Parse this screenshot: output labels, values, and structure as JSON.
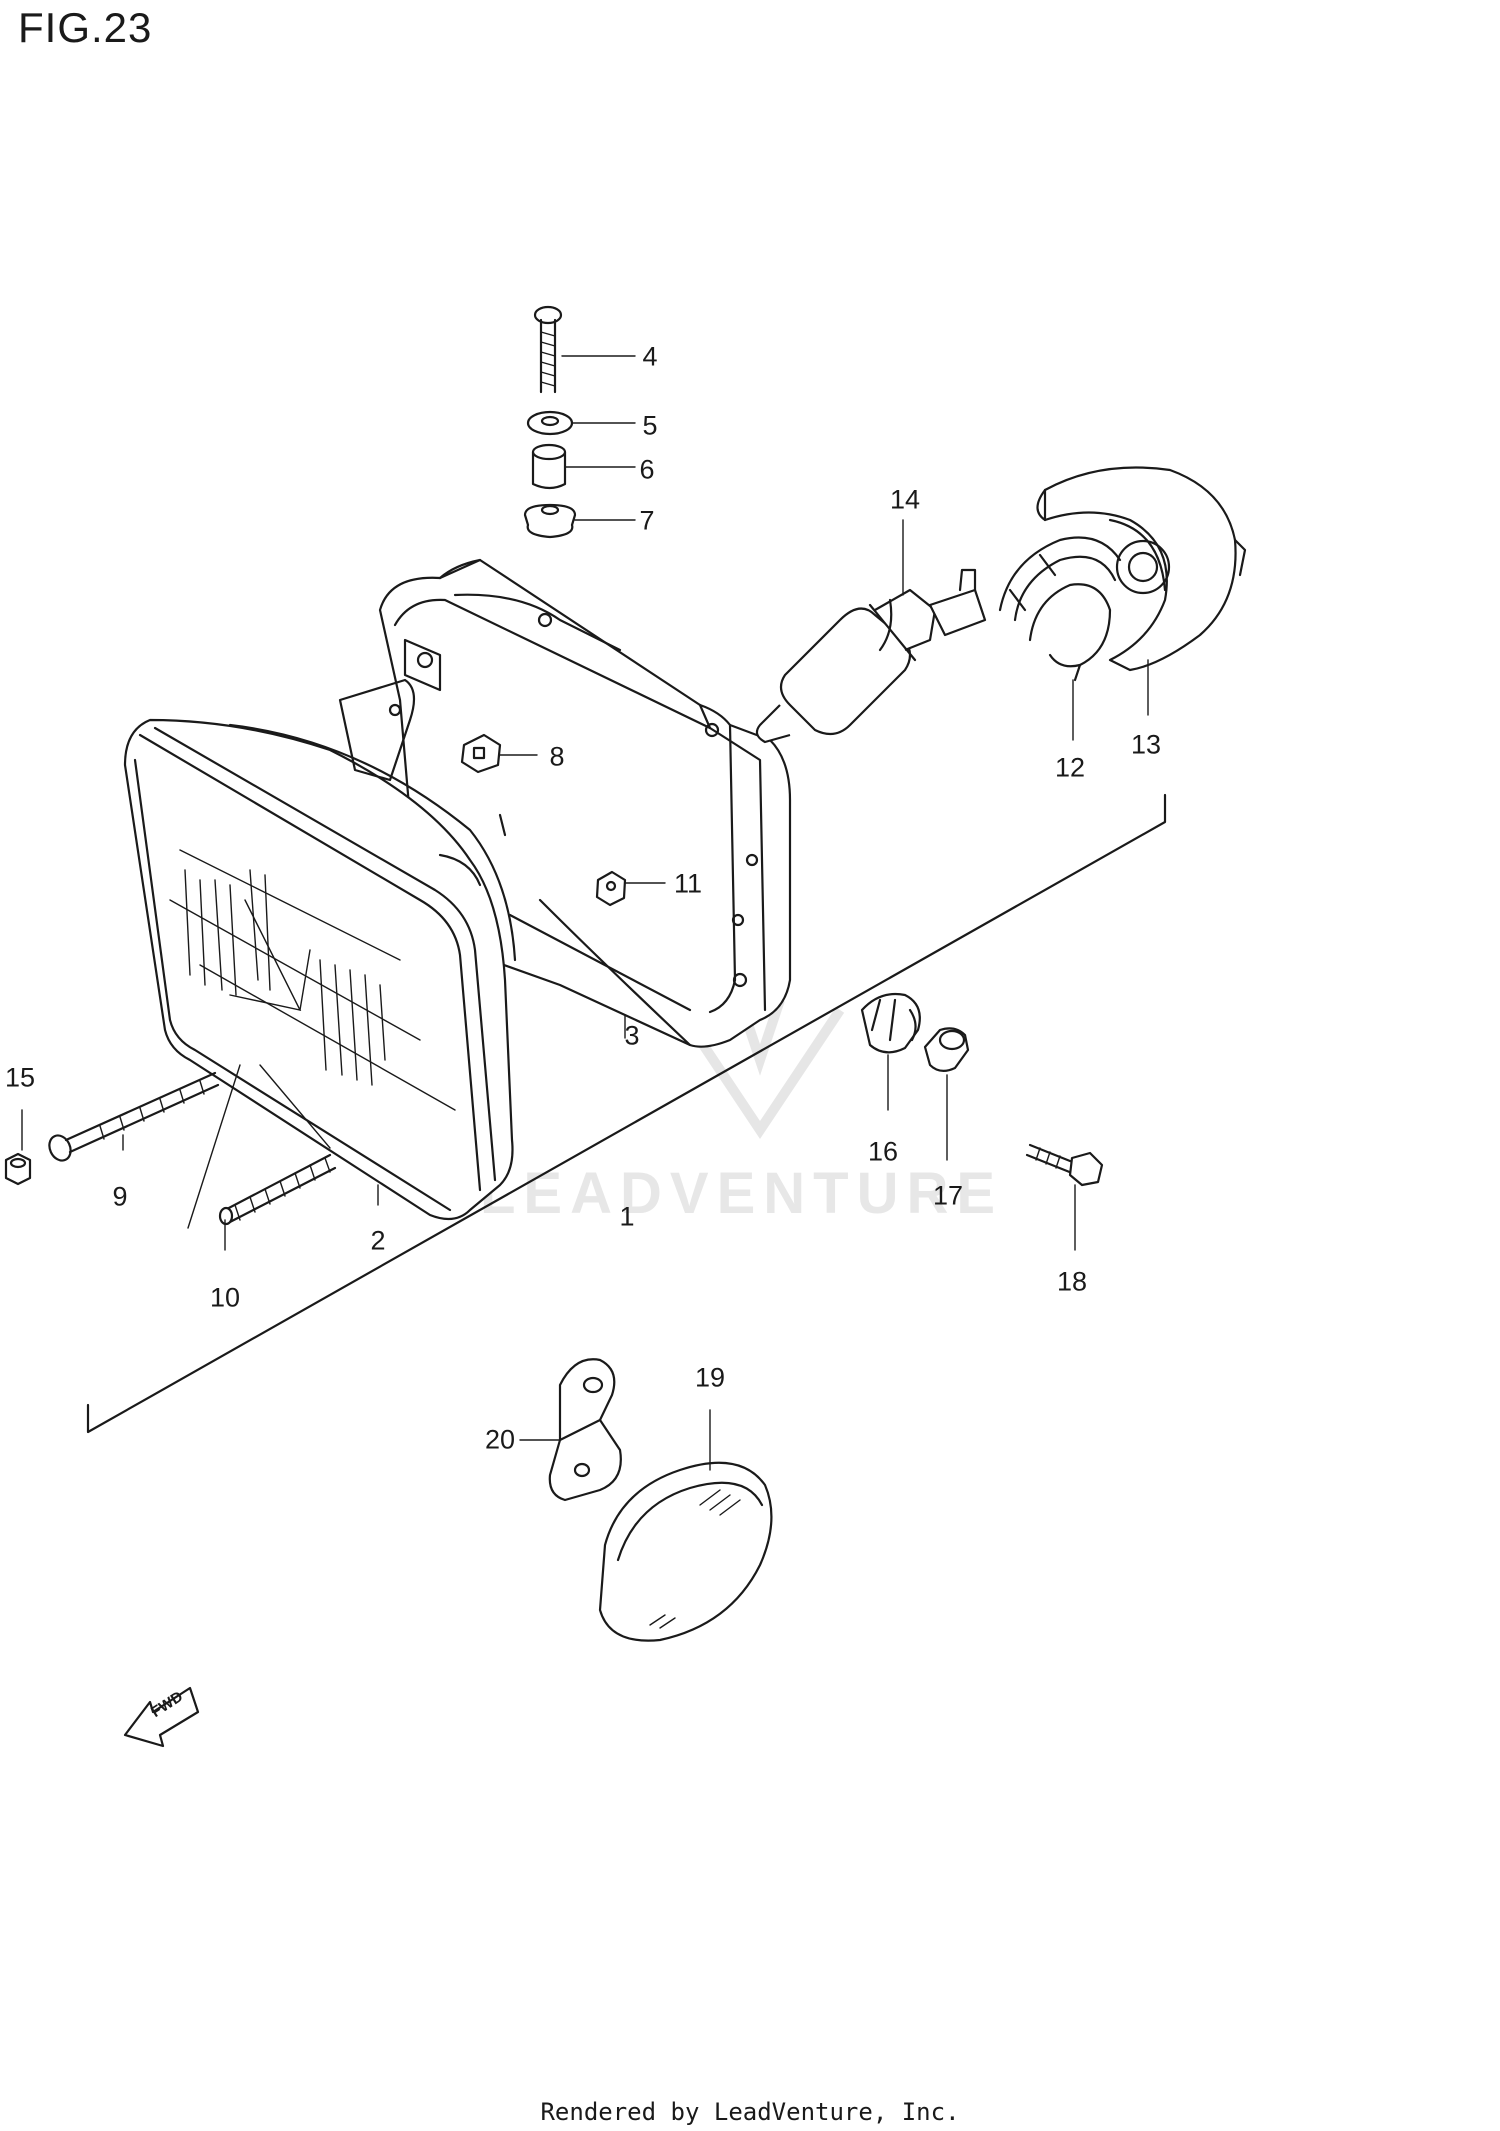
{
  "figure": {
    "title": "FIG.23",
    "footer": "Rendered by LeadVenture, Inc.",
    "watermark": "LEADVENTURE"
  },
  "parts": [
    {
      "id": "1",
      "label": "1"
    },
    {
      "id": "2",
      "label": "2"
    },
    {
      "id": "3",
      "label": "3"
    },
    {
      "id": "4",
      "label": "4"
    },
    {
      "id": "5",
      "label": "5"
    },
    {
      "id": "6",
      "label": "6"
    },
    {
      "id": "7",
      "label": "7"
    },
    {
      "id": "8",
      "label": "8"
    },
    {
      "id": "9",
      "label": "9"
    },
    {
      "id": "10",
      "label": "10"
    },
    {
      "id": "11",
      "label": "11"
    },
    {
      "id": "12",
      "label": "12"
    },
    {
      "id": "13",
      "label": "13"
    },
    {
      "id": "14",
      "label": "14"
    },
    {
      "id": "15",
      "label": "15"
    },
    {
      "id": "16",
      "label": "16"
    },
    {
      "id": "17",
      "label": "17"
    },
    {
      "id": "18",
      "label": "18"
    },
    {
      "id": "19",
      "label": "19"
    },
    {
      "id": "20",
      "label": "20"
    }
  ],
  "direction_marker": {
    "label": "FWD",
    "icon": "forward-arrow-icon"
  }
}
